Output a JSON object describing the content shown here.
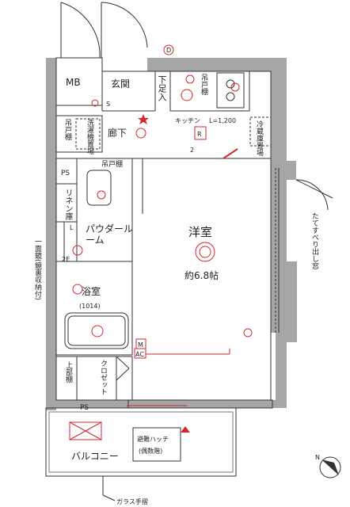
{
  "rooms": {
    "mb": "MB",
    "entrance": "玄関",
    "shoe_closet": "下足入",
    "hanging_shelf_top": "吊戸棚",
    "hallway": "廊下",
    "kitchen": "キッチン",
    "kitchen_length": "L=1,200",
    "fridge": "冷蔵庫置場",
    "washer": "洗濯機置場",
    "hanging_shelf_left": "吊戸棚",
    "ps_upper": "PS",
    "hanging_shelf_mid": "吊戸棚",
    "linen": "リネン庫",
    "powder_room": "パウダールーム",
    "western_room": "洋室",
    "western_room_area": "約6.8帖",
    "bathroom": "浴室",
    "bathroom_size": "(1014)",
    "closet": "クロゼット",
    "upper_shelf": "上部棚",
    "ps_lower": "PS",
    "balcony": "バルコニー",
    "hatch": "避難ハッチ",
    "hatch_note": "(偶数階)"
  },
  "annotations": {
    "mirror_note": "一面鏡(鏡裏収納付)",
    "slide_window": "たてすべり出し窓",
    "glass_rail": "ガラス手摺",
    "north": "N"
  },
  "symbols": {
    "d": "D",
    "r": "R",
    "m": "M",
    "ac": "AC",
    "s": "S",
    "e2": "2E",
    "n2": "2",
    "l": "L"
  },
  "colors": {
    "wall": "#a6a6a6",
    "line": "#333333",
    "red": "#d8262c"
  }
}
